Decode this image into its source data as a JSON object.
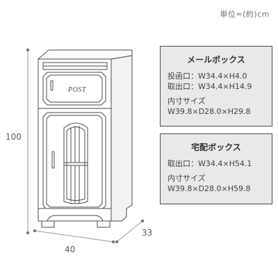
{
  "unit_label": "単位=(約)cm",
  "dimensions": {
    "height": "100",
    "width": "40",
    "depth": "33"
  },
  "post_plate": "POST",
  "mail_box": {
    "title": "メールボックス",
    "inlet": "投函口：W34.4×H4.0",
    "outlet": "取出口：W34.4×H14.9",
    "inner_label": "内寸サイズ",
    "inner_size": "W39.8×D28.0×H29.8"
  },
  "parcel_box": {
    "title": "宅配ボックス",
    "outlet": "取出口：W34.4×H54.1",
    "inner_label": "内寸サイズ",
    "inner_size": "W39.8×D28.0×H59.8"
  },
  "colors": {
    "outline": "#4a4a4a",
    "panel_bg": "#e9e9e9",
    "cabinet_fill": "#ffffff",
    "dim_line": "#9a9a9a"
  }
}
